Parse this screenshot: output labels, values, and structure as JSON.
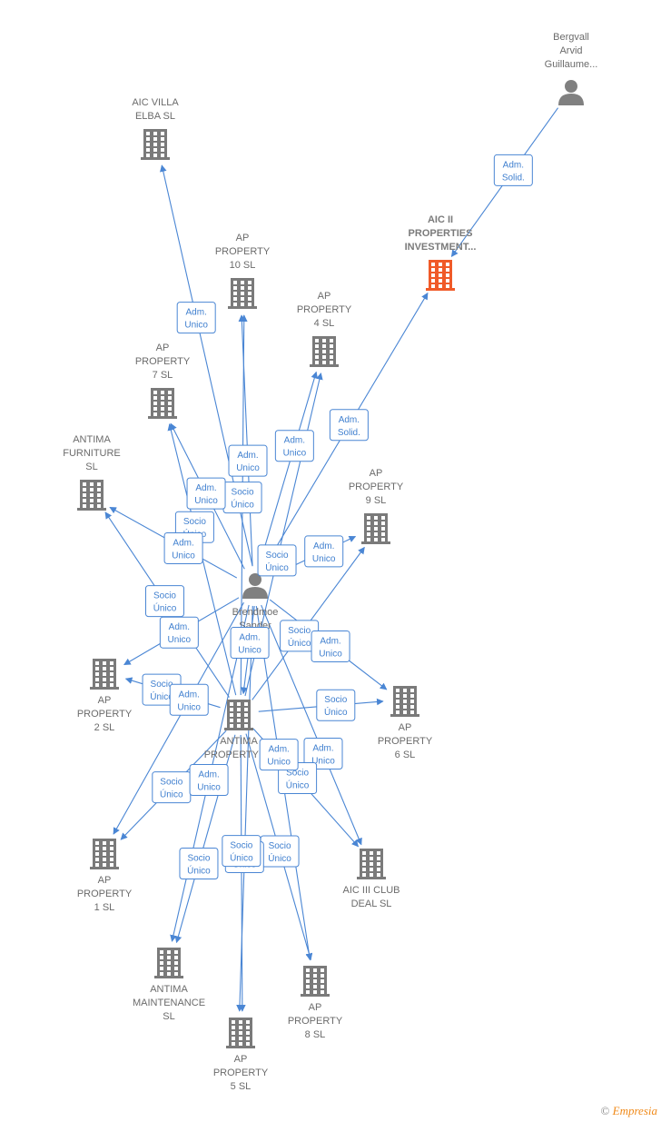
{
  "colors": {
    "edge": "#4a86d4",
    "company": "#7a7a7a",
    "highlight": "#f05a28",
    "person": "#808080"
  },
  "nodes": [
    {
      "id": "bergvall",
      "type": "person",
      "lines": [
        "Bergvall",
        "Arvid",
        "Guillaume..."
      ]
    },
    {
      "id": "aic2",
      "type": "company-highlight",
      "lines": [
        "AIC II",
        "PROPERTIES",
        "INVESTMENT..."
      ]
    },
    {
      "id": "aicvilla",
      "type": "company",
      "lines": [
        "AIC VILLA",
        "ELBA  SL"
      ]
    },
    {
      "id": "ap10",
      "type": "company",
      "lines": [
        "AP",
        "PROPERTY",
        "10  SL"
      ]
    },
    {
      "id": "ap4",
      "type": "company",
      "lines": [
        "AP",
        "PROPERTY",
        "4  SL"
      ]
    },
    {
      "id": "ap7",
      "type": "company",
      "lines": [
        "AP",
        "PROPERTY",
        "7  SL"
      ]
    },
    {
      "id": "antimafurn",
      "type": "company",
      "lines": [
        "ANTIMA",
        "FURNITURE",
        "SL"
      ]
    },
    {
      "id": "ap9",
      "type": "company",
      "lines": [
        "AP",
        "PROPERTY",
        "9  SL"
      ]
    },
    {
      "id": "brendmoe",
      "type": "person",
      "lines": [
        "Brendmoe",
        "Sander",
        "Anton"
      ]
    },
    {
      "id": "ap2",
      "type": "company",
      "lines": [
        "AP",
        "PROPERTY",
        "2  SL"
      ]
    },
    {
      "id": "antimaprop",
      "type": "company",
      "lines": [
        "ANTIMA",
        "PROPERTY  SL"
      ]
    },
    {
      "id": "ap6",
      "type": "company",
      "lines": [
        "AP",
        "PROPERTY",
        "6  SL"
      ]
    },
    {
      "id": "ap1",
      "type": "company",
      "lines": [
        "AP",
        "PROPERTY",
        "1  SL"
      ]
    },
    {
      "id": "aic3",
      "type": "company",
      "lines": [
        "AIC III CLUB",
        "DEAL  SL"
      ]
    },
    {
      "id": "antimamaint",
      "type": "company",
      "lines": [
        "ANTIMA",
        "MAINTENANCE",
        "SL"
      ]
    },
    {
      "id": "ap8",
      "type": "company",
      "lines": [
        "AP",
        "PROPERTY",
        "8  SL"
      ]
    },
    {
      "id": "ap5",
      "type": "company",
      "lines": [
        "AP",
        "PROPERTY",
        "5  SL"
      ]
    }
  ],
  "edges": [
    {
      "from": "bergvall",
      "to": "aic2",
      "label": [
        "Adm.",
        "Solid."
      ]
    },
    {
      "from": "brendmoe",
      "to": "aic2",
      "label": [
        "Adm.",
        "Solid."
      ]
    },
    {
      "from": "brendmoe",
      "to": "aicvilla",
      "label": [
        "Adm.",
        "Unico"
      ]
    },
    {
      "from": "brendmoe",
      "to": "ap10",
      "label": [
        "Adm.",
        "Unico"
      ]
    },
    {
      "from": "antimaprop",
      "to": "ap10",
      "label": [
        "Socio",
        "Único"
      ]
    },
    {
      "from": "brendmoe",
      "to": "ap4",
      "label": [
        "Adm.",
        "Unico"
      ]
    },
    {
      "from": "antimaprop",
      "to": "ap4",
      "label": [
        "Socio",
        "Único"
      ]
    },
    {
      "from": "brendmoe",
      "to": "ap7",
      "label": [
        "Adm.",
        "Unico"
      ]
    },
    {
      "from": "antimaprop",
      "to": "ap7",
      "label": [
        "Socio",
        "Único"
      ]
    },
    {
      "from": "brendmoe",
      "to": "antimafurn",
      "label": [
        "Adm.",
        "Unico"
      ]
    },
    {
      "from": "antimaprop",
      "to": "antimafurn",
      "label": [
        "Socio",
        "Único"
      ]
    },
    {
      "from": "brendmoe",
      "to": "ap9",
      "label": [
        "Adm.",
        "Unico"
      ]
    },
    {
      "from": "antimaprop",
      "to": "ap9",
      "label": [
        "Socio",
        "Único"
      ]
    },
    {
      "from": "brendmoe",
      "to": "ap2",
      "label": [
        "Adm.",
        "Unico"
      ]
    },
    {
      "from": "antimaprop",
      "to": "ap2",
      "label": [
        "Socio",
        "Único"
      ]
    },
    {
      "from": "brendmoe",
      "to": "antimaprop",
      "label": [
        "Adm.",
        "Unico"
      ]
    },
    {
      "from": "brendmoe",
      "to": "ap6",
      "label": [
        "Adm.",
        "Unico"
      ]
    },
    {
      "from": "antimaprop",
      "to": "ap6",
      "label": [
        "Socio",
        "Único"
      ]
    },
    {
      "from": "brendmoe",
      "to": "ap1",
      "label": [
        "Adm.",
        "Unico"
      ]
    },
    {
      "from": "antimaprop",
      "to": "ap1",
      "label": [
        "Socio",
        "Único"
      ]
    },
    {
      "from": "brendmoe",
      "to": "aic3",
      "label": [
        "Adm.",
        "Unico"
      ]
    },
    {
      "from": "antimaprop",
      "to": "aic3",
      "label": [
        "Socio",
        "Único"
      ]
    },
    {
      "from": "brendmoe",
      "to": "antimamaint",
      "label": [
        "Adm.",
        "Unico"
      ]
    },
    {
      "from": "antimaprop",
      "to": "antimamaint",
      "label": [
        "Socio",
        "Único"
      ]
    },
    {
      "from": "brendmoe",
      "to": "ap8",
      "label": [
        "Adm.",
        "Unico"
      ]
    },
    {
      "from": "antimaprop",
      "to": "ap8",
      "label": [
        "Socio",
        "Único"
      ]
    },
    {
      "from": "brendmoe",
      "to": "ap5",
      "label": [
        "Adm.",
        "Unico"
      ]
    },
    {
      "from": "antimaprop",
      "to": "ap5",
      "label": [
        "Socio",
        "Único"
      ]
    }
  ],
  "footer": {
    "copyright": "©",
    "brand": "Empresia"
  }
}
